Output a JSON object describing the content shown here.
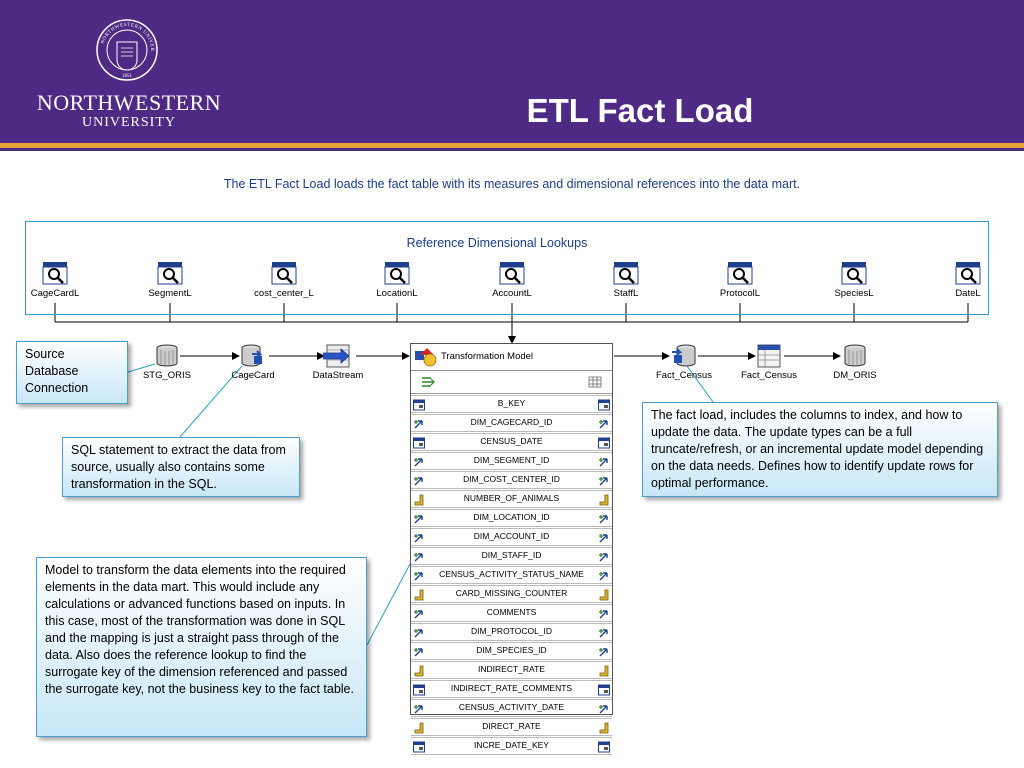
{
  "header": {
    "university_name": "NORTHWESTERN",
    "university_sub": "UNIVERSITY",
    "seal_text": "NORTHWESTERN UNIVERSITY",
    "seal_year": "1851",
    "title": "ETL Fact Load",
    "colors": {
      "purple": "#4e2a84",
      "orange": "#e8a23a"
    }
  },
  "subtitle": "The ETL Fact Load loads the fact table with its measures and dimensional references into the data mart.",
  "lookups": {
    "title": "Reference Dimensional Lookups",
    "items": [
      {
        "label": "CageCardL",
        "icon": "lookup-icon"
      },
      {
        "label": "SegmentL",
        "icon": "lookup-icon"
      },
      {
        "label": "cost_center_L",
        "icon": "lookup-icon"
      },
      {
        "label": "LocationL",
        "icon": "lookup-icon"
      },
      {
        "label": "AccountL",
        "icon": "lookup-icon"
      },
      {
        "label": "StaffL",
        "icon": "lookup-icon"
      },
      {
        "label": "ProtocolL",
        "icon": "lookup-icon"
      },
      {
        "label": "SpeciesL",
        "icon": "lookup-icon"
      },
      {
        "label": "DateL",
        "icon": "lookup-icon"
      }
    ]
  },
  "flow": {
    "stg_oris": "STG_ORIS",
    "cagecard": "CageCard",
    "datastream": "DataStream",
    "fact_census_source": "Fact_Census",
    "fact_census_table": "Fact_Census",
    "dm_oris": "DM_ORIS"
  },
  "transformation_model": {
    "title": "Transformation Model",
    "rows": [
      {
        "name": "B_KEY",
        "icon": "key"
      },
      {
        "name": "DIM_CAGECARD_ID",
        "icon": "ref"
      },
      {
        "name": "CENSUS_DATE",
        "icon": "key"
      },
      {
        "name": "DIM_SEGMENT_ID",
        "icon": "ref"
      },
      {
        "name": "DIM_COST_CENTER_ID",
        "icon": "ref"
      },
      {
        "name": "NUMBER_OF_ANIMALS",
        "icon": "measure"
      },
      {
        "name": "DIM_LOCATION_ID",
        "icon": "ref"
      },
      {
        "name": "DIM_ACCOUNT_ID",
        "icon": "ref"
      },
      {
        "name": "DIM_STAFF_ID",
        "icon": "ref"
      },
      {
        "name": "CENSUS_ACTIVITY_STATUS_NAME",
        "icon": "ref"
      },
      {
        "name": "CARD_MISSING_COUNTER",
        "icon": "measure"
      },
      {
        "name": "COMMENTS",
        "icon": "ref"
      },
      {
        "name": "DIM_PROTOCOL_ID",
        "icon": "ref"
      },
      {
        "name": "DIM_SPECIES_ID",
        "icon": "ref"
      },
      {
        "name": "INDIRECT_RATE",
        "icon": "measure"
      },
      {
        "name": "INDIRECT_RATE_COMMENTS",
        "icon": "key"
      },
      {
        "name": "CENSUS_ACTIVITY_DATE",
        "icon": "ref"
      },
      {
        "name": "DIRECT_RATE",
        "icon": "measure"
      },
      {
        "name": "INCRE_DATE_KEY",
        "icon": "key"
      }
    ]
  },
  "callouts": {
    "source_db": "Source Database Connection",
    "sql": "SQL statement to extract the data from source, usually also contains some transformation in the SQL.",
    "model": "Model to transform the data elements into the required elements in the data mart.  This would include any calculations or advanced functions based on inputs.  In this case, most of the transformation was done in SQL and the mapping is just a straight pass through of the data.  Also does the reference lookup to find the surrogate key of the dimension referenced and passed the surrogate key, not the business key to the fact table.",
    "fact_load": "The fact load, includes the columns to index, and how to update the data.  The update types can be a full truncate/refresh, or an incremental update model depending on the data needs.  Defines how to identify update rows for optimal performance."
  }
}
